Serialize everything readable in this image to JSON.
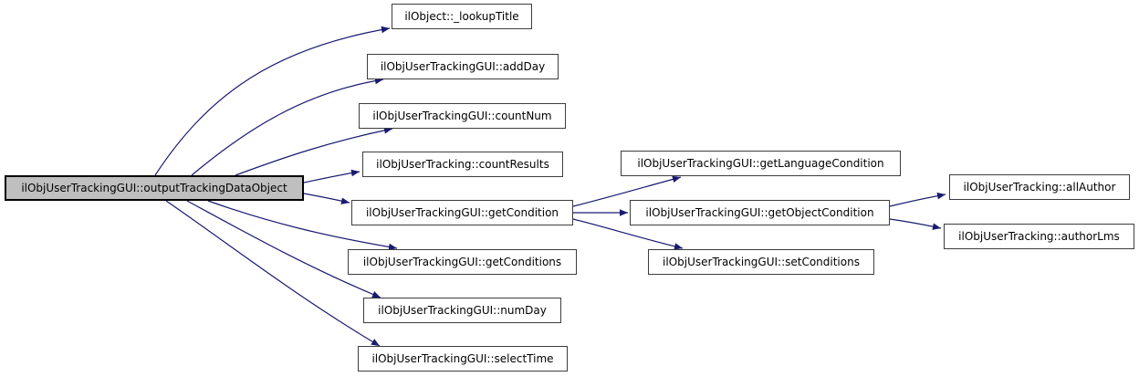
{
  "diagram": {
    "kind": "call-graph",
    "colors": {
      "background": "#ffffff",
      "edge": "#1a1a70",
      "node_fill": "#ffffff",
      "node_border": "#3d3d3d",
      "root_fill": "#bfbfbf",
      "root_border": "#000000",
      "text": "#000000"
    },
    "nodes": [
      {
        "id": "output",
        "label": "ilObjUserTrackingGUI::outputTrackingDataObject",
        "role": "root"
      },
      {
        "id": "lookupTitle",
        "label": "ilObject::_lookupTitle"
      },
      {
        "id": "addDay",
        "label": "ilObjUserTrackingGUI::addDay"
      },
      {
        "id": "countNum",
        "label": "ilObjUserTrackingGUI::countNum"
      },
      {
        "id": "countResults",
        "label": "ilObjUserTracking::countResults"
      },
      {
        "id": "getCondition",
        "label": "ilObjUserTrackingGUI::getCondition"
      },
      {
        "id": "getConditions",
        "label": "ilObjUserTrackingGUI::getConditions"
      },
      {
        "id": "numDay",
        "label": "ilObjUserTrackingGUI::numDay"
      },
      {
        "id": "selectTime",
        "label": "ilObjUserTrackingGUI::selectTime"
      },
      {
        "id": "getLanguageCondition",
        "label": "ilObjUserTrackingGUI::getLanguageCondition"
      },
      {
        "id": "getObjectCondition",
        "label": "ilObjUserTrackingGUI::getObjectCondition"
      },
      {
        "id": "setConditions",
        "label": "ilObjUserTrackingGUI::setConditions"
      },
      {
        "id": "allAuthor",
        "label": "ilObjUserTracking::allAuthor"
      },
      {
        "id": "authorLms",
        "label": "ilObjUserTracking::authorLms"
      }
    ],
    "edges": [
      {
        "from": "output",
        "to": "lookupTitle"
      },
      {
        "from": "output",
        "to": "addDay"
      },
      {
        "from": "output",
        "to": "countNum"
      },
      {
        "from": "output",
        "to": "countResults"
      },
      {
        "from": "output",
        "to": "getCondition"
      },
      {
        "from": "output",
        "to": "getConditions"
      },
      {
        "from": "output",
        "to": "numDay"
      },
      {
        "from": "output",
        "to": "selectTime"
      },
      {
        "from": "getCondition",
        "to": "getLanguageCondition"
      },
      {
        "from": "getCondition",
        "to": "getObjectCondition"
      },
      {
        "from": "getCondition",
        "to": "setConditions"
      },
      {
        "from": "getObjectCondition",
        "to": "allAuthor"
      },
      {
        "from": "getObjectCondition",
        "to": "authorLms"
      }
    ]
  }
}
